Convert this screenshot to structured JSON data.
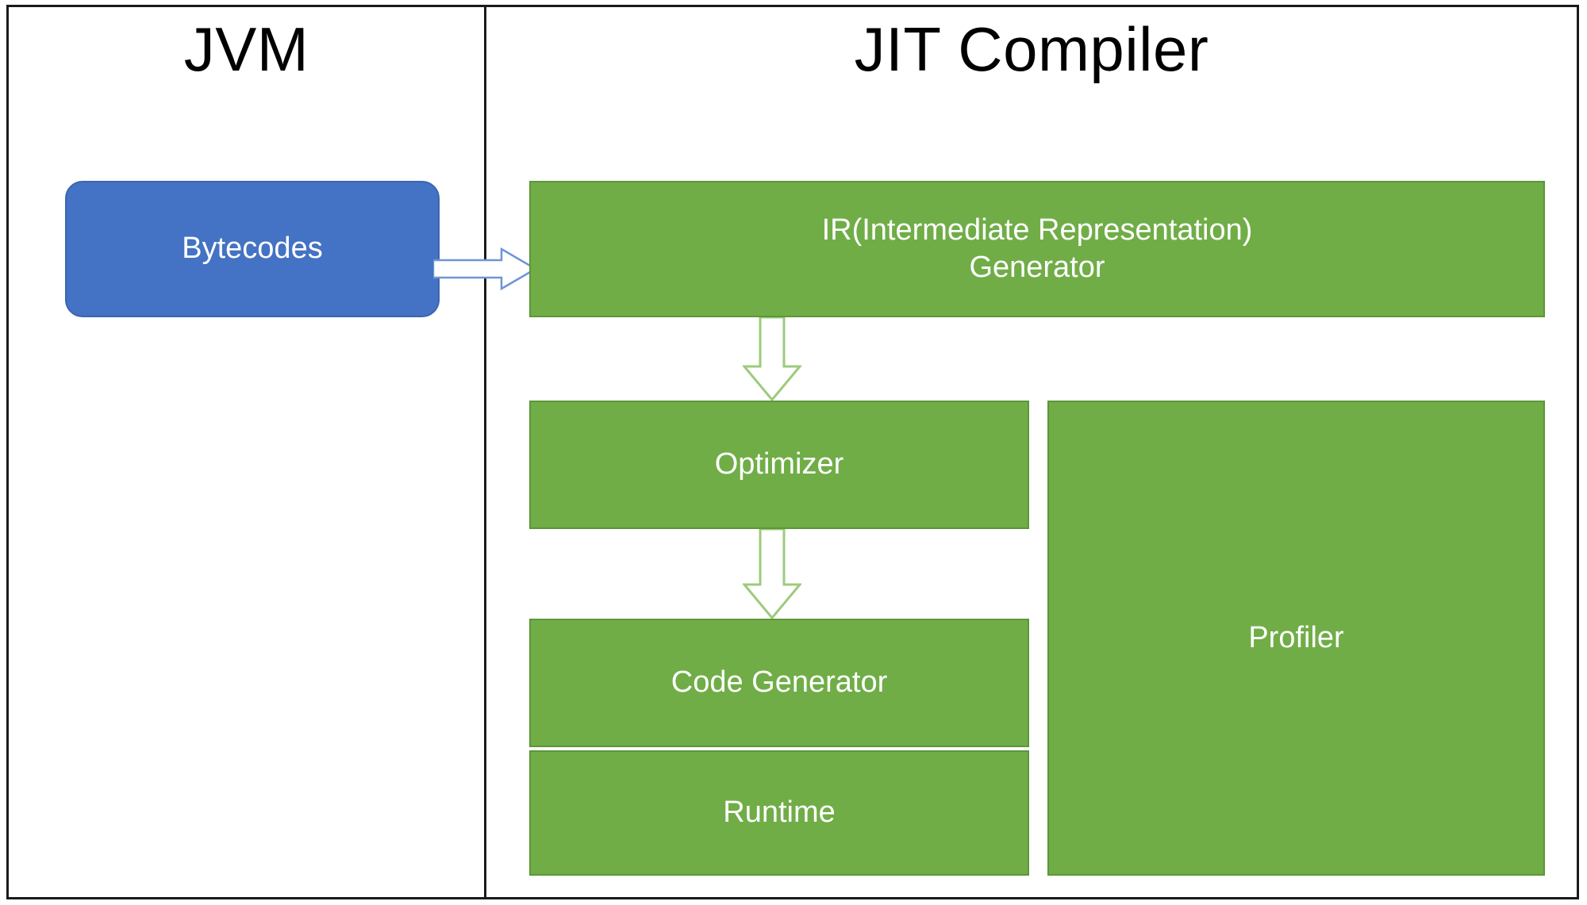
{
  "diagram": {
    "title_left": "JVM",
    "title_right": "JIT Compiler",
    "colors": {
      "blue_fill": "#4472C4",
      "blue_stroke": "#3B65B0",
      "green_fill": "#70AD47",
      "green_stroke": "#5D9639",
      "frame_stroke": "#1A1A1A",
      "label_text": "#FFFFFF",
      "title_text": "#000000",
      "arrow_blue_stroke": "#6F95D6",
      "arrow_green_stroke": "#9CCB7C",
      "arrow_fill": "#FFFFFF"
    },
    "panels": {
      "left": {
        "name": "JVM",
        "boxes": [
          {
            "id": "bytecodes",
            "label": "Bytecodes",
            "shape": "rounded-rectangle",
            "fill": "blue"
          }
        ]
      },
      "right": {
        "name": "JIT Compiler",
        "boxes": [
          {
            "id": "ir-generator",
            "label": "IR(Intermediate Representation)\nGenerator",
            "line1": "IR(Intermediate Representation)",
            "line2": "Generator",
            "shape": "rectangle",
            "fill": "green"
          },
          {
            "id": "optimizer",
            "label": "Optimizer",
            "shape": "rectangle",
            "fill": "green"
          },
          {
            "id": "code-generator",
            "label": "Code Generator",
            "shape": "rectangle",
            "fill": "green"
          },
          {
            "id": "runtime",
            "label": "Runtime",
            "shape": "rectangle",
            "fill": "green"
          },
          {
            "id": "profiler",
            "label": "Profiler",
            "shape": "rectangle",
            "fill": "green"
          }
        ]
      }
    },
    "arrows": [
      {
        "id": "bytecodes-to-ir",
        "from": "bytecodes",
        "to": "ir-generator",
        "direction": "right",
        "style": "hollow-block-arrow",
        "stroke": "#6F95D6"
      },
      {
        "id": "ir-to-optimizer",
        "from": "ir-generator",
        "to": "optimizer",
        "direction": "down",
        "style": "hollow-block-arrow",
        "stroke": "#9CCB7C"
      },
      {
        "id": "optimizer-to-codegen",
        "from": "optimizer",
        "to": "code-generator",
        "direction": "down",
        "style": "hollow-block-arrow",
        "stroke": "#9CCB7C"
      }
    ]
  }
}
